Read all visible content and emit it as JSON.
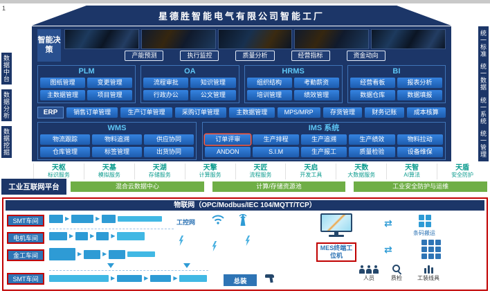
{
  "page": {
    "corner_number": "1"
  },
  "roof": {
    "title": "星德胜智能电气有限公司智能工厂"
  },
  "rails": {
    "left": [
      "数据中台",
      "数据分析",
      "数据挖掘"
    ],
    "right": [
      "统一标准",
      "统一数据",
      "统一系统",
      "统一管理"
    ]
  },
  "decision": {
    "label": "智能决策",
    "buttons": [
      "产能预测",
      "执行监控",
      "质量分析",
      "经营指标",
      "资金动向"
    ]
  },
  "modules": [
    {
      "name": "PLM",
      "items": [
        "图纸管理",
        "变更管理",
        "主数据管理",
        "项目管理"
      ]
    },
    {
      "name": "OA",
      "items": [
        "流程审批",
        "知识管理",
        "行政办公",
        "公文管理"
      ]
    },
    {
      "name": "HRMS",
      "items": [
        "组织结构",
        "考勤薪资",
        "培训管理",
        "绩效管理"
      ]
    },
    {
      "name": "BI",
      "items": [
        "经营看板",
        "报表分析",
        "数据仓库",
        "数据填报"
      ]
    }
  ],
  "erp": {
    "name": "ERP",
    "items": [
      "销售订单管理",
      "生产订单管理",
      "采购订单管理",
      "主数据管理",
      "MPS/MRP",
      "存货管理",
      "财务记账",
      "成本核算"
    ]
  },
  "wms": {
    "name": "WMS",
    "items": [
      "物流跟踪",
      "物料追溯",
      "供应协同",
      "仓库管理",
      "标签管理",
      "出货协同"
    ]
  },
  "ims": {
    "name": "IMS 系统",
    "highlighted_item": "订单评审",
    "items": [
      "订单评审",
      "生产排程",
      "生产追溯",
      "生产绩效",
      "物料拉动",
      "ANDON",
      "S.I.M",
      "生产报工",
      "质量检验",
      "设备维保"
    ]
  },
  "platform": {
    "label": "工业互联网平台",
    "services": [
      {
        "name": "天枢",
        "desc": "标识服务"
      },
      {
        "name": "天基",
        "desc": "模拟服务"
      },
      {
        "name": "天湖",
        "desc": "存储服务"
      },
      {
        "name": "天擎",
        "desc": "计算服务"
      },
      {
        "name": "天匠",
        "desc": "流程服务"
      },
      {
        "name": "天启",
        "desc": "开发工具"
      },
      {
        "name": "天数",
        "desc": "大数据服务"
      },
      {
        "name": "天智",
        "desc": "AI算法"
      },
      {
        "name": "天盾",
        "desc": "安全防护"
      }
    ],
    "bars": [
      "混合云数据中心",
      "计算/存储资源池",
      "工业安全防护与运维"
    ]
  },
  "iot": {
    "header": "物联网（OPC/Modbus/IEC 104/MQTT/TCP）",
    "workshops": [
      "SMT车间",
      "电机车间",
      "金工车间",
      "SMT车间"
    ],
    "network_label": "工控网",
    "mes_terminal": "MES终端工位机",
    "assembly": "总装",
    "right_top_label": "条码搬运",
    "bottom_labels": [
      "人员",
      "质检",
      "工装线具"
    ]
  },
  "icons": {
    "flow_arrow": "▶",
    "transfer_arrows": "⇄"
  },
  "colors": {
    "navy": "#1c3668",
    "button_blue": "#2f7bd9",
    "cyan_header": "#5ec6f5",
    "teal": "#0b9b8e",
    "green": "#6fae46",
    "red_frame": "#c00000",
    "machine_blue": "#2e9bd5",
    "workshop_blue": "#2e74b5"
  }
}
